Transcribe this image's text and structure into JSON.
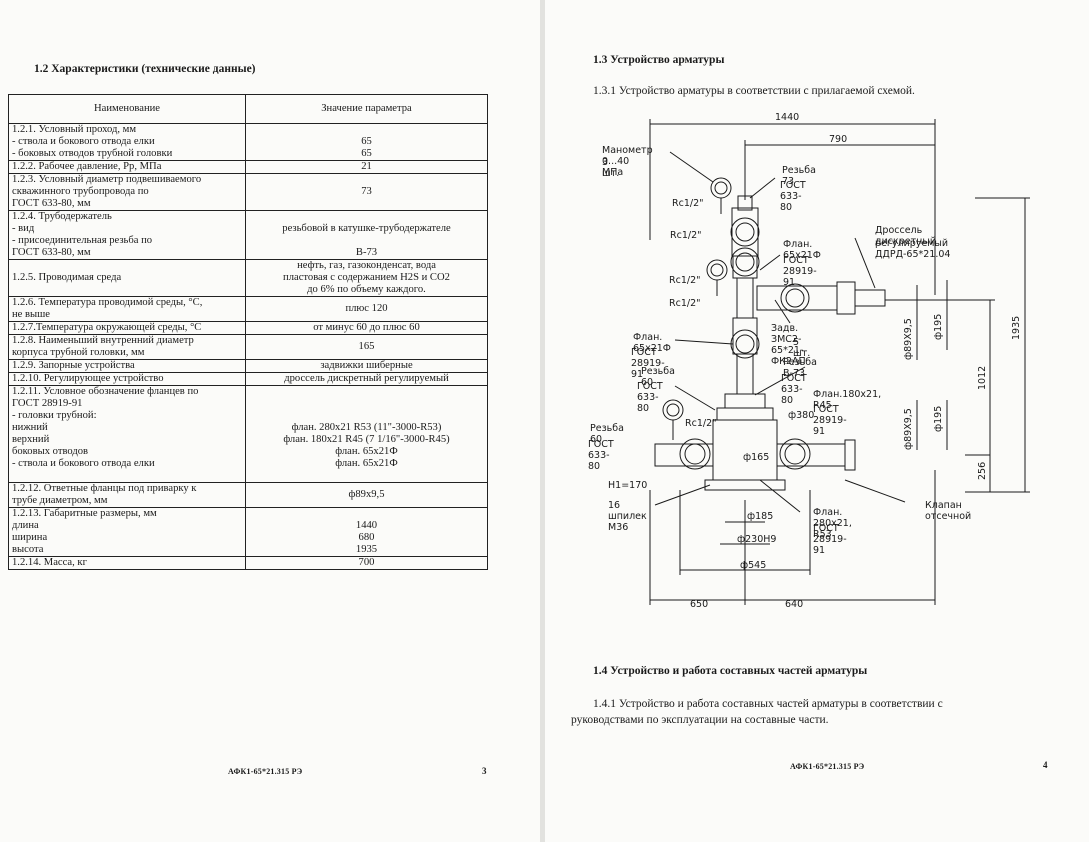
{
  "left_page": {
    "section_heading": "1.2  Характеристики (технические данные)",
    "table": {
      "header": [
        "Наименование",
        "Значение параметра"
      ],
      "rows": [
        {
          "name": [
            "1.2.1. Условный проход, мм",
            "   -     ствола и бокового отвода елки",
            "   -     боковых отводов трубной головки"
          ],
          "value": [
            "",
            "65",
            "65"
          ]
        },
        {
          "name": [
            "1.2.2. Рабочее давление, Pp, МПа"
          ],
          "value": [
            "21"
          ]
        },
        {
          "name": [
            "1.2.3. Условный диаметр подвешиваемого",
            "          скважинного трубопровода по",
            "ГОСТ 633-80, мм"
          ],
          "value": [
            "73"
          ]
        },
        {
          "name": [
            "1.2.4. Трубодержатель",
            "        - вид",
            "        - присоединительная резьба по",
            "          ГОСТ 633-80, мм"
          ],
          "value": [
            "",
            "резьбовой в катушке-трубодержателе",
            "",
            "В-73"
          ]
        },
        {
          "name": [
            "1.2.5. Проводимая среда"
          ],
          "value": [
            "нефть, газ, газоконденсат, вода",
            "пластовая с содержанием  H2S и CO2",
            "до 6% по объему каждого."
          ]
        },
        {
          "name": [
            "1.2.6. Температура проводимой среды, °С,",
            "        не выше"
          ],
          "value": [
            "плюс 120"
          ]
        },
        {
          "name": [
            "1.2.7.Температура окружающей среды, °С"
          ],
          "value": [
            "от минус 60 до плюс 60"
          ]
        },
        {
          "name": [
            "1.2.8. Наименьший внутренний диаметр",
            "        корпуса трубной головки, мм"
          ],
          "value": [
            "165"
          ]
        },
        {
          "name": [
            "1.2.9. Запорные устройства"
          ],
          "value": [
            "задвижки шиберные"
          ]
        },
        {
          "name": [
            "1.2.10. Регулирующее устройство"
          ],
          "value": [
            "дроссель дискретный регулируемый"
          ]
        },
        {
          "name": [
            "1.2.11. Условное обозначение фланцев по",
            "ГОСТ 28919-91",
            "     - головки трубной:",
            "               нижний",
            "               верхний",
            "          боковых отводов",
            "     - ствола и бокового отвода елки",
            ""
          ],
          "value": [
            "",
            "",
            "",
            "флан. 280х21 R53 (11\"-3000-R53)",
            "флан. 180х21 R45 (7 1/16\"-3000-R45)",
            "флан. 65х21Ф",
            "флан. 65х21Ф",
            ""
          ]
        },
        {
          "name": [
            "1.2.12. Ответные фланцы под приварку к",
            "трубе диаметром, мм"
          ],
          "value": [
            "ф89х9,5"
          ]
        },
        {
          "name": [
            "1.2.13. Габаритные размеры, мм",
            "          длина",
            "          ширина",
            "          высота"
          ],
          "value": [
            "",
            "1440",
            "680",
            "1935"
          ]
        },
        {
          "name": [
            "1.2.14. Масса, кг"
          ],
          "value": [
            "700"
          ]
        }
      ]
    },
    "footer": "АФК1-65*21.315 РЭ",
    "page_number": "3"
  },
  "right_page": {
    "section_heading_1": "1.3  Устройство арматуры",
    "para_1": "1.3.1  Устройство арматуры в соответствии с прилагаемой схемой.",
    "drawing_labels": {
      "dim_1440": "1440",
      "dim_790": "790",
      "manometer": "Манометр 0...40 МПа",
      "manometer_qty": "3 шт.",
      "thread_73": "Резьба 73",
      "gost_633_a": "ГОСТ 633-80",
      "rc_1": "Rc1/2\"",
      "rc_2": "Rc1/2\"",
      "rc_3": "Rc1/2\"",
      "rc_4": "Rc1/2\"",
      "rc_5": "Rc1/2\"",
      "choke_1": "Дроссель дискретный",
      "choke_2": "регулируемый ДДРД-65*21.04",
      "flange_65_top": "Флан. 65х21Ф",
      "gost_28919_a": "ГОСТ 28919-91",
      "valve": "Задв. ЗМС2-65*21-ФК2АП",
      "valve_qty": "5 шт.",
      "flange_65_left": "Флан. 65х21Ф",
      "gost_28919_b": "ГОСТ 28919-91",
      "thread_b73": "Резьба В-73",
      "gost_633_b": "ГОСТ 633-80",
      "thread_60_a": "Резьба 60",
      "gost_633_c": "ГОСТ 633-80",
      "flange_180": "Флан.180х21, R45",
      "gost_28919_c": "ГОСТ 28919-91",
      "dia_380": "ф380",
      "thread_60_b": "Резьба 60",
      "gost_633_d": "ГОСТ 633-80",
      "dia_165": "ф165",
      "h_170": "Н1=170",
      "studs": "16 шпилек М36",
      "check_valve": "Клапан отсечной",
      "flange_280": "Флан. 280х21, R53",
      "gost_28919_d": "ГОСТ 28919-91",
      "dia_185": "ф185",
      "dia_230": "ф230Н9",
      "dia_545": "ф545",
      "dim_650": "650",
      "dim_640": "640",
      "dim_1935": "1935",
      "dim_1012": "1012",
      "dim_256": "256",
      "pipe_1": "ф89Х9,5",
      "pipe_2": "ф89Х9,5",
      "dia_195_1": "ф195",
      "dia_195_2": "ф195"
    },
    "section_heading_2": "1.4  Устройство и работа составных частей арматуры",
    "para_2_line1": "1.4.1  Устройство и работа составных частей арматуры в соответствии с",
    "para_2_line2": "руководствами по эксплуатации на составные части.",
    "footer": "АФК1-65*21.315 РЭ",
    "page_number": "4"
  }
}
